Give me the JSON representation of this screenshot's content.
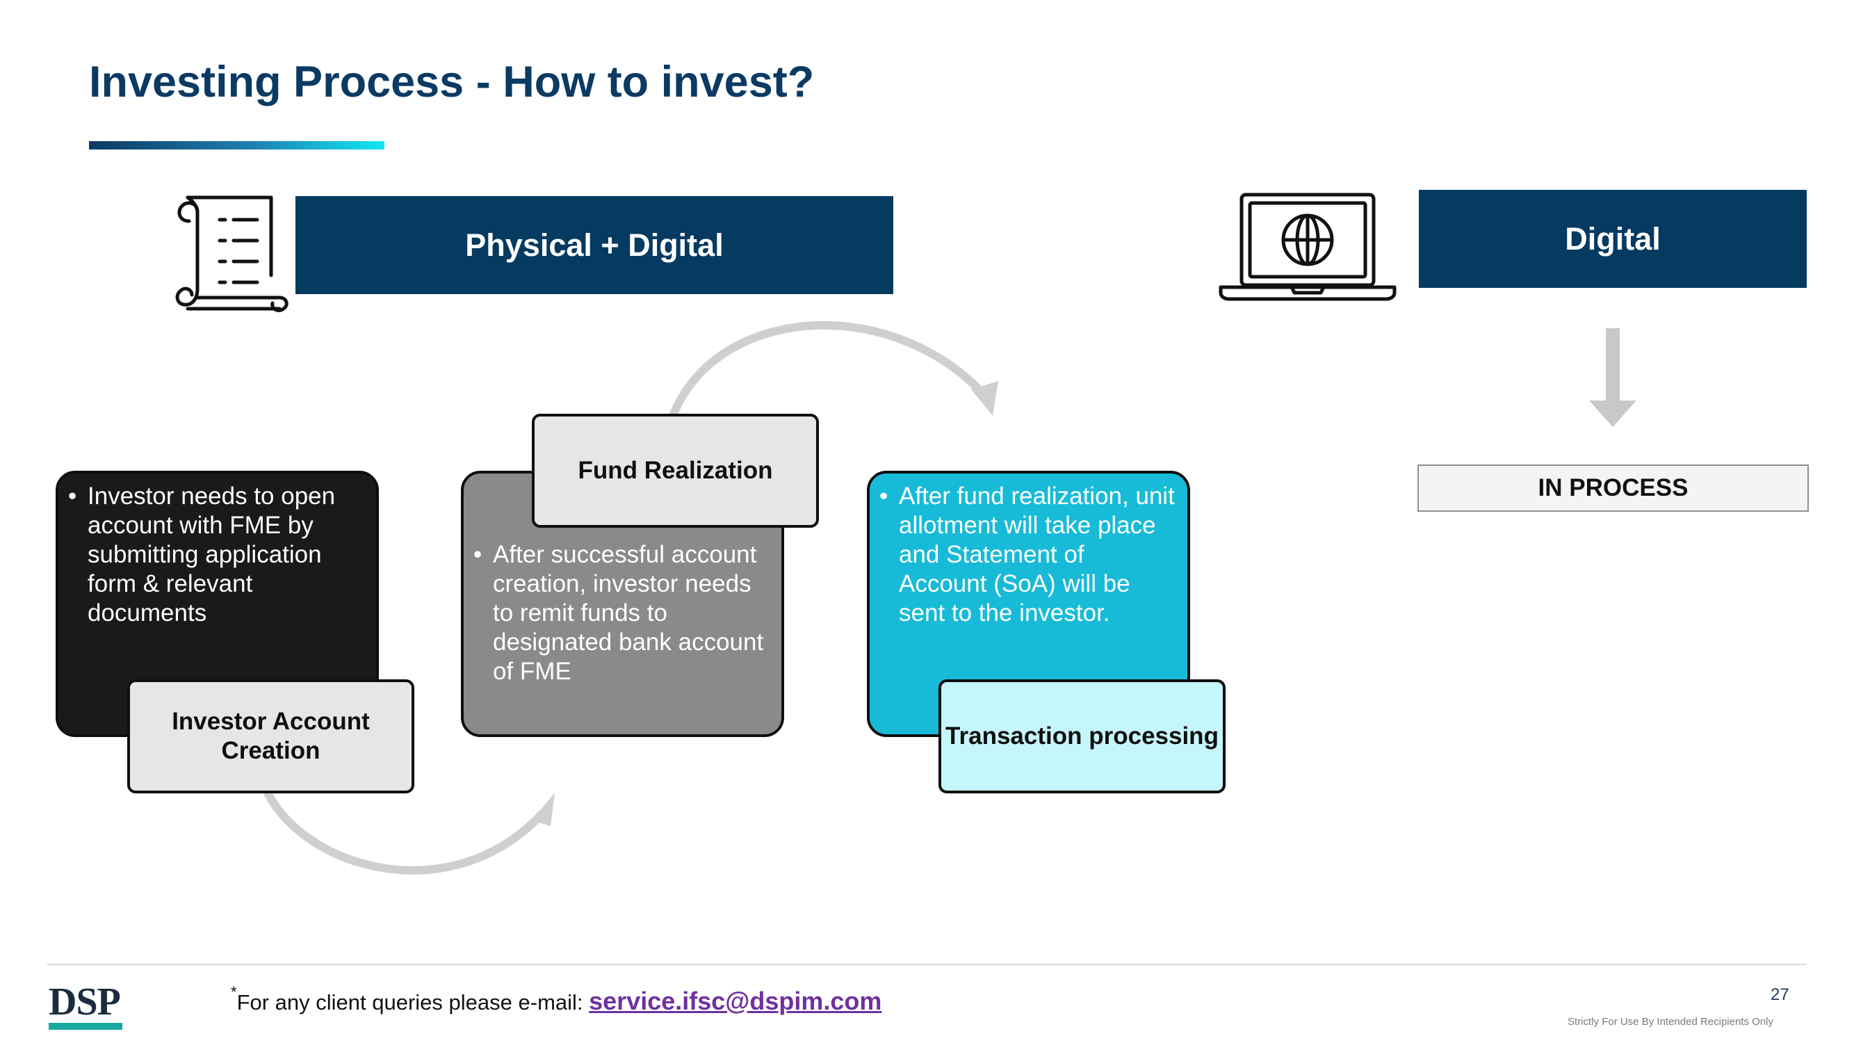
{
  "header": {
    "title": "Investing Process - How to invest?"
  },
  "sections": {
    "physical_digital_label": "Physical + Digital",
    "digital_label": "Digital"
  },
  "steps": [
    {
      "label": "Investor Account Creation",
      "bullet": "Investor needs to open account with FME by submitting application form & relevant documents"
    },
    {
      "label": "Fund Realization",
      "bullet": "After successful account creation, investor needs to remit funds to designated bank account of FME"
    },
    {
      "label": "Transaction processing",
      "bullet": "After fund realization, unit allotment will take place and Statement of Account (SoA) will be sent to the investor."
    }
  ],
  "digital_status": "IN PROCESS",
  "icons": {
    "physical": "scroll-document-icon",
    "digital": "laptop-globe-icon",
    "down_arrow": "down-arrow-icon"
  },
  "colors": {
    "title": "#0b3a63",
    "band": "#053a61",
    "step1_card": "#1a1a1a",
    "step2_card": "#8a8a8a",
    "step3_card": "#17bbd8",
    "step3_label": "#c5f6fb",
    "email_link": "#7030a0",
    "logo_accent": "#17a9a0"
  },
  "footer": {
    "logo": "DSP",
    "footnote_mark": "*",
    "note_prefix": "For any client queries please e-mail: ",
    "email": "service.ifsc@dspim.com",
    "page_number": "27",
    "disclaimer": "Strictly For Use By Intended Recipients Only"
  }
}
